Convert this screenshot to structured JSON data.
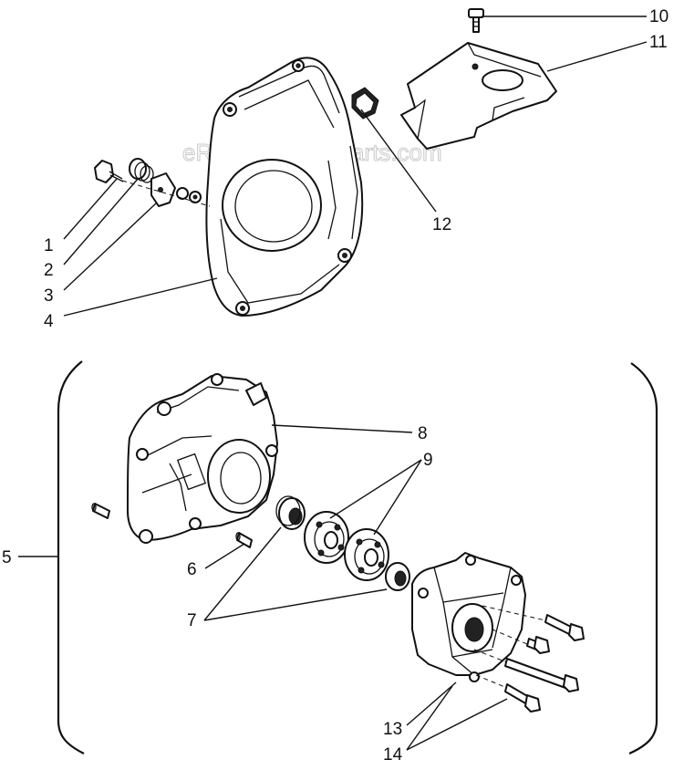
{
  "watermark": "eReplacementParts.com",
  "callouts": {
    "c1": "1",
    "c2": "2",
    "c3": "3",
    "c4": "4",
    "c5": "5",
    "c6": "6",
    "c7": "7",
    "c8": "8",
    "c9": "9",
    "c10": "10",
    "c11": "11",
    "c12": "12",
    "c13": "13",
    "c14": "14"
  }
}
